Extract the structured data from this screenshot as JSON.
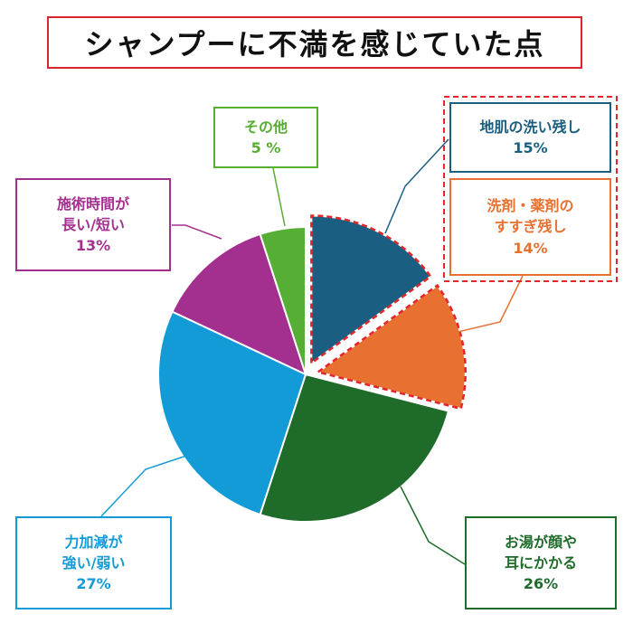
{
  "chart_data": {
    "type": "pie",
    "title": "シャンプーに不満を感じていた点",
    "series": [
      {
        "values": [
          15,
          14,
          26,
          27,
          13,
          5
        ]
      }
    ],
    "slices": [
      {
        "label_lines": [
          "地肌の洗い残し"
        ],
        "value_text": "15%",
        "value": 15,
        "color": "#1a5f82",
        "highlighted": true
      },
      {
        "label_lines": [
          "洗剤・薬剤の",
          "すすぎ残し"
        ],
        "value_text": "14%",
        "value": 14,
        "color": "#e87131",
        "highlighted": true
      },
      {
        "label_lines": [
          "お湯が顔や",
          "耳にかかる"
        ],
        "value_text": "26%",
        "value": 26,
        "color": "#1e6b2a",
        "highlighted": false
      },
      {
        "label_lines": [
          "力加減が",
          "強い/弱い"
        ],
        "value_text": "27%",
        "value": 27,
        "color": "#139bd8",
        "highlighted": false
      },
      {
        "label_lines": [
          "施術時間が",
          "長い/短い"
        ],
        "value_text": "13%",
        "value": 13,
        "color": "#a3308f",
        "highlighted": false
      },
      {
        "label_lines": [
          "その他"
        ],
        "value_text": "5 %",
        "value": 5,
        "color": "#57ae35",
        "highlighted": false
      }
    ],
    "highlight_color": "#e3262a",
    "legend": "callout-boxes",
    "start_angle": "top",
    "direction": "clockwise"
  }
}
